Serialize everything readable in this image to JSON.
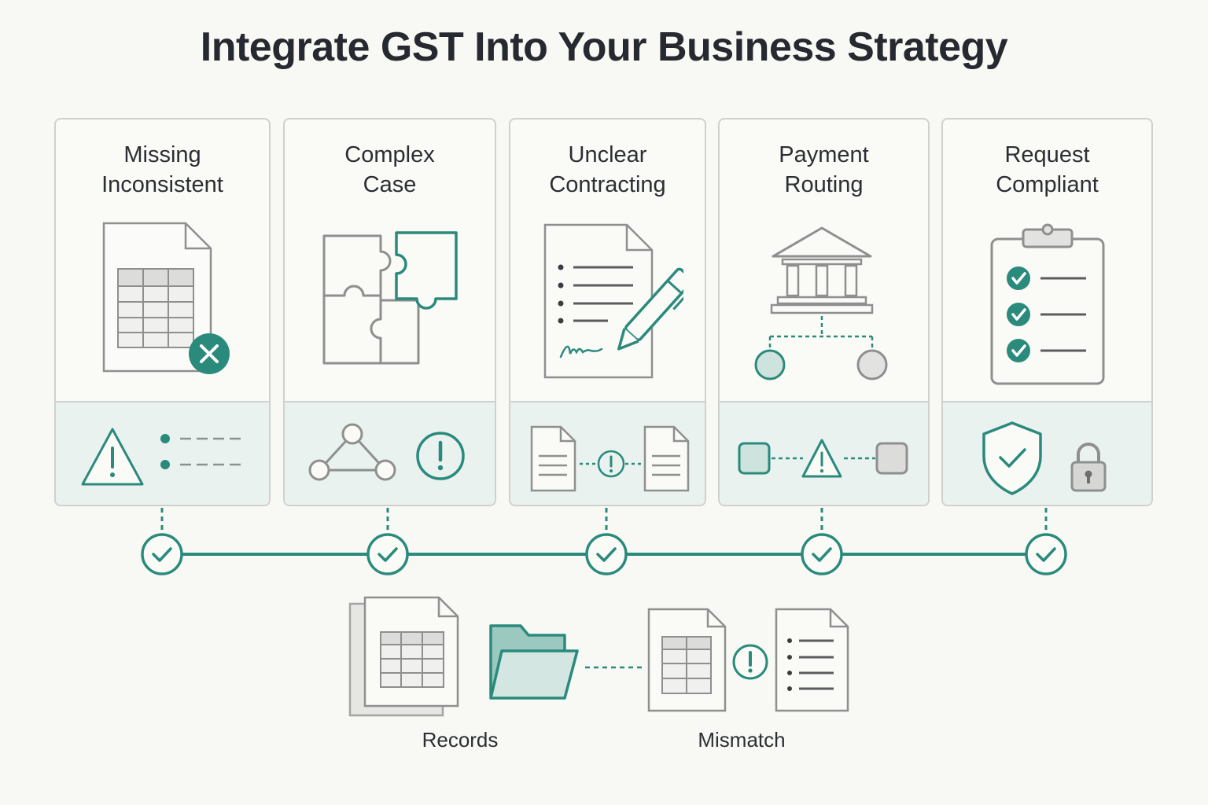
{
  "title": "Integrate GST Into Your Business Strategy",
  "colors": {
    "accent": "#2a8a7c",
    "accent_light": "#cfe3de",
    "gray": "#8e908f",
    "text": "#262a30"
  },
  "cards": [
    {
      "line1": "Missing",
      "line2": "Inconsistent",
      "icon": "spreadsheet-error-icon",
      "bottom_icons": [
        "warning-icon",
        "list-icon"
      ]
    },
    {
      "line1": "Complex",
      "line2": "Case",
      "icon": "puzzle-icon",
      "bottom_icons": [
        "network-icon",
        "alert-circle-icon"
      ]
    },
    {
      "line1": "Unclear",
      "line2": "Contracting",
      "icon": "contract-signing-icon",
      "bottom_icons": [
        "document-icon",
        "alert-circle-icon",
        "document-icon"
      ]
    },
    {
      "line1": "Payment",
      "line2": "Routing",
      "icon": "bank-routing-icon",
      "bottom_icons": [
        "node-icon",
        "warning-icon",
        "node-icon"
      ]
    },
    {
      "line1": "Request",
      "line2": "Compliant",
      "icon": "checklist-clipboard-icon",
      "bottom_icons": [
        "shield-check-icon",
        "lock-icon"
      ]
    }
  ],
  "timeline_steps": 5,
  "bottom": {
    "records_label": "Records",
    "mismatch_label": "Mismatch"
  }
}
